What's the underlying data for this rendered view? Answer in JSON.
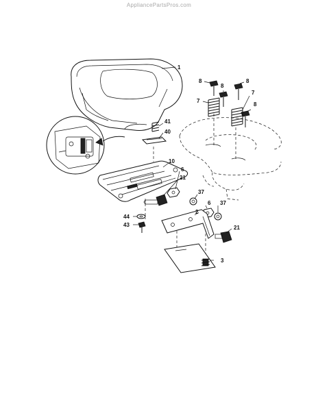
{
  "watermark": "AppliancePartsPros.com",
  "callouts": {
    "seat": "1",
    "bracket": "2",
    "plate": "3",
    "nut_left": "6",
    "nut_right": "6",
    "spring_left": "7",
    "spring_right": "7",
    "bolt_a": "8",
    "bolt_b": "8",
    "bolt_c": "8",
    "bolt_d": "8",
    "pan": "10",
    "knob_left": "21",
    "knob_right": "21",
    "washer_left": "37",
    "washer_right": "37",
    "clip": "40",
    "spring_small": "41",
    "bolt_small": "43",
    "washer_small": "44"
  }
}
